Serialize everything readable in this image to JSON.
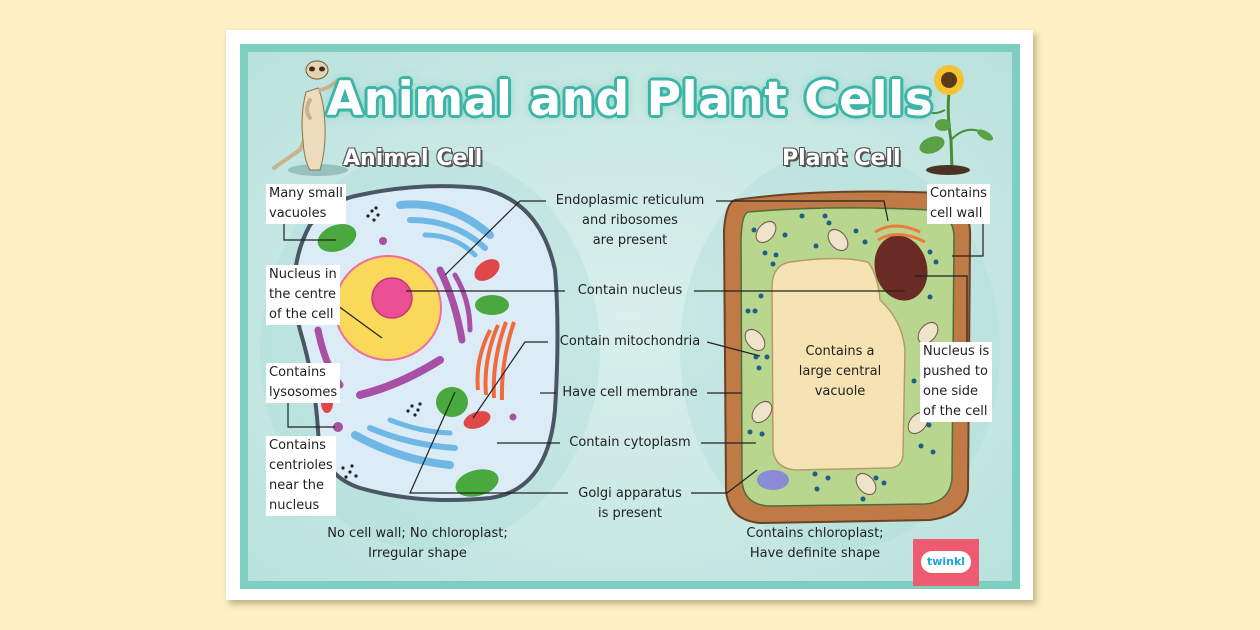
{
  "poster": {
    "title": "Animal and Plant Cells",
    "colors": {
      "background": "#fdf0c4",
      "frame": "#7fcfc0",
      "panel": "#cbe9e5",
      "title_outline": "#3cb5a6",
      "logo_bg": "#ee5a6f",
      "logo_text": "#1aa6d8"
    }
  },
  "animal": {
    "heading": "Animal Cell",
    "labels": {
      "vacuoles": [
        "Many small",
        "vacuoles"
      ],
      "nucleus": [
        "Nucleus in",
        "the centre",
        "of the cell"
      ],
      "lysosomes": [
        "Contains",
        "lysosomes"
      ],
      "centrioles": [
        "Contains",
        "centrioles",
        "near the",
        "nucleus"
      ]
    },
    "summary": [
      "No cell wall; No chloroplast;",
      "Irregular shape"
    ]
  },
  "shared": {
    "er": [
      "Endoplasmic reticulum",
      "and ribosomes",
      "are present"
    ],
    "nucleus": "Contain nucleus",
    "mitochondria": "Contain mitochondria",
    "membrane": "Have cell membrane",
    "cytoplasm": "Contain cytoplasm",
    "golgi": [
      "Golgi apparatus",
      "is present"
    ]
  },
  "plant": {
    "heading": "Plant Cell",
    "labels": {
      "cell_wall": [
        "Contains",
        "cell wall"
      ],
      "vacuole": [
        "Contains a",
        "large central",
        "vacuole"
      ],
      "nucleus": [
        "Nucleus is",
        "pushed to",
        "one side",
        "of the cell"
      ]
    },
    "summary": [
      "Contains chloroplast;",
      "Have definite shape"
    ]
  },
  "logo": {
    "text": "twinkl"
  },
  "icons": {
    "meerkat": "meerkat-illustration",
    "sunflower": "sunflower-illustration"
  }
}
